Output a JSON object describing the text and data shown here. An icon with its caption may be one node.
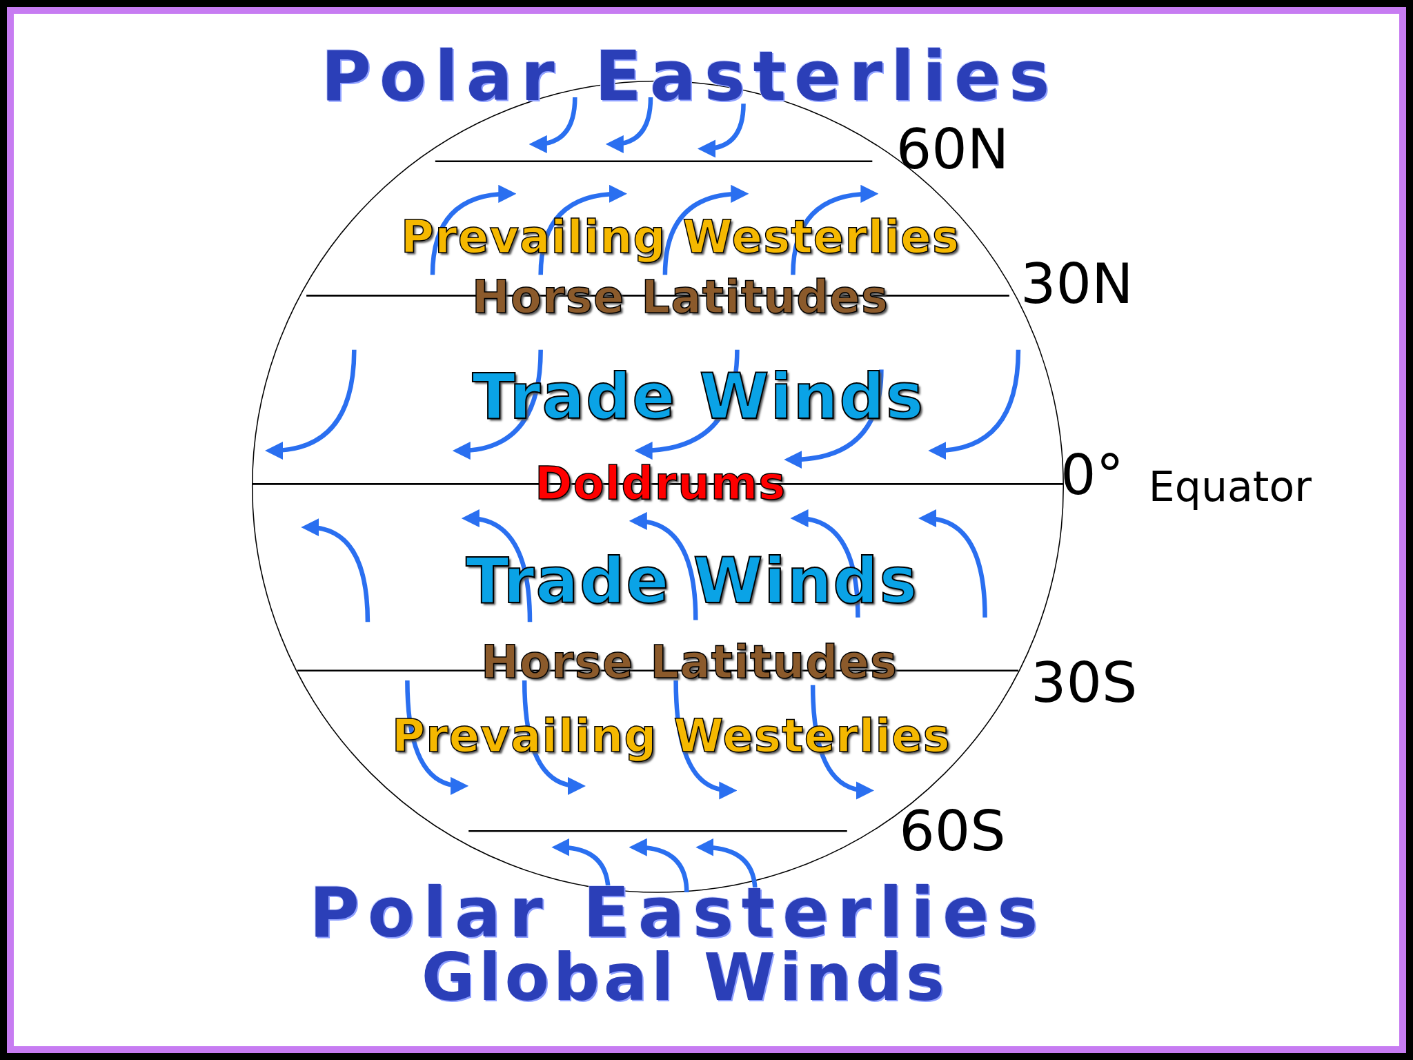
{
  "diagram": {
    "caption": "Global Winds",
    "labels": [
      "Polar Easterlies",
      "60N",
      "Prevailing Westerlies",
      "30N",
      "Horse Latitudes",
      "Trade Winds",
      "0°",
      "Equator",
      "Doldrums",
      "Trade Winds",
      "Horse Latitudes",
      "30S",
      "Prevailing Westerlies",
      "60S",
      "Polar Easterlies"
    ]
  }
}
